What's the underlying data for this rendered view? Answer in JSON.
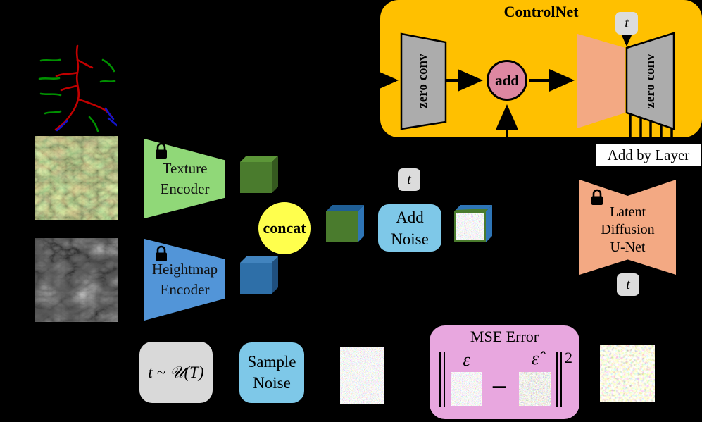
{
  "colors": {
    "background": "#000000",
    "controlnet_fill": "#FFC000",
    "gray_block": "#ACACAC",
    "add_circle_fill": "#DD87A1",
    "salmon": "#F3A983",
    "texture_encoder_green": "#90D878",
    "heightmap_encoder_blue": "#5295D8",
    "concat_yellow": "#FFFF4D",
    "noise_box_blue": "#7EC8E8",
    "t_box_gray": "#DCDCDC",
    "mse_pink": "#E8A7DF",
    "cube_green": "#4A7B2D",
    "cube_blue": "#2E6FA8"
  },
  "controlnet": {
    "title": "ControlNet",
    "zero_conv_left": "zero conv",
    "zero_conv_right": "zero conv",
    "add_label": "add",
    "t_label": "t"
  },
  "add_by_layer": {
    "label": "Add by Layer"
  },
  "encoders": {
    "texture": {
      "line1": "Texture",
      "line2": "Encoder"
    },
    "heightmap": {
      "line1": "Heightmap",
      "line2": "Encoder"
    }
  },
  "concat": {
    "label": "concat"
  },
  "flow": {
    "t_label": "t",
    "add_noise_line1": "Add",
    "add_noise_line2": "Noise"
  },
  "unet": {
    "line1": "Latent",
    "line2": "Diffusion",
    "line3": "U-Net",
    "t_label": "t"
  },
  "bottom": {
    "t_dist": "t ~ 𝒰(T)",
    "sample_line1": "Sample",
    "sample_line2": "Noise"
  },
  "mse": {
    "title": "MSE Error",
    "epsilon": "ε",
    "minus": "−",
    "epsilon_hat": "ε̂",
    "exponent": "2"
  }
}
